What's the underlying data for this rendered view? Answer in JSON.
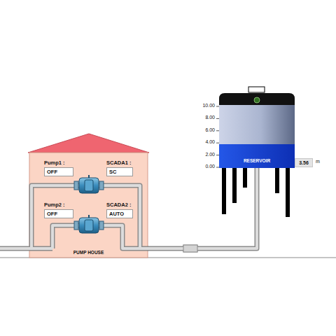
{
  "diagram": {
    "nodes": [
      {
        "text": [
          "PUMP HOUSE"
        ]
      },
      {
        "text": [
          "Pump1 :",
          "OFF"
        ],
        "in": 0
      },
      {
        "text": [
          "SCADA1 :",
          "SC"
        ],
        "in": 0
      },
      {
        "text": [
          "Pump2 :",
          "OFF"
        ],
        "in": 0
      },
      {
        "text": [
          "SCADA2 :",
          "AUTO"
        ],
        "in": 0
      },
      {
        "text": [
          "RESERVOIR"
        ]
      },
      {
        "text": [
          "3.56"
        ]
      }
    ],
    "edges": [
      {
        "from": 0,
        "to": 5,
        "arrow": "none"
      }
    ],
    "labels": [
      "10.00",
      "8.00",
      "6.00",
      "4.00",
      "2.00",
      "0.00",
      "m"
    ]
  }
}
